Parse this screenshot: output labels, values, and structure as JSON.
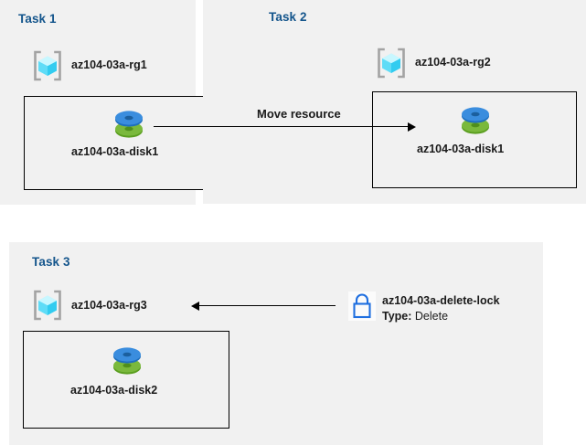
{
  "diagram": {
    "title": "Azure resource group tasks diagram",
    "colors": {
      "panel_background": "#f1f1f1",
      "page_background": "#ffffff",
      "task_heading": "#14558c",
      "box_border": "#000000",
      "arrow": "#000000",
      "disk_top": "#3a8dde",
      "disk_bottom": "#7ab93c",
      "rg_cube": "#50e6ff",
      "rg_bracket": "#a3a3a3",
      "lock": "#1f6fe0",
      "label_text": "#1a1a1a"
    }
  },
  "tasks": [
    {
      "id": "task1",
      "title": "Task 1",
      "resource_group": {
        "icon": "azure-resource-group-icon",
        "label": "az104-03a-rg1"
      },
      "resource": {
        "icon": "azure-disk-icon",
        "label": "az104-03a-disk1"
      }
    },
    {
      "id": "task2",
      "title": "Task 2",
      "resource_group": {
        "icon": "azure-resource-group-icon",
        "label": "az104-03a-rg2"
      },
      "resource": {
        "icon": "azure-disk-icon",
        "label": "az104-03a-disk1"
      }
    },
    {
      "id": "task3",
      "title": "Task 3",
      "resource_group": {
        "icon": "azure-resource-group-icon",
        "label": "az104-03a-rg3"
      },
      "resource": {
        "icon": "azure-disk-icon",
        "label": "az104-03a-disk2"
      },
      "lock": {
        "icon": "lock-icon",
        "label": "az104-03a-delete-lock",
        "type_key": "Type:",
        "type_value": "Delete"
      }
    }
  ],
  "connectors": [
    {
      "id": "move-resource",
      "label": "Move resource",
      "direction": "right",
      "from": "az104-03a-disk1 (Task 1)",
      "to": "az104-03a-disk1 (Task 2)"
    },
    {
      "id": "lock-applies-to",
      "label": "",
      "direction": "left",
      "from": "az104-03a-delete-lock",
      "to": "az104-03a-rg3"
    }
  ]
}
